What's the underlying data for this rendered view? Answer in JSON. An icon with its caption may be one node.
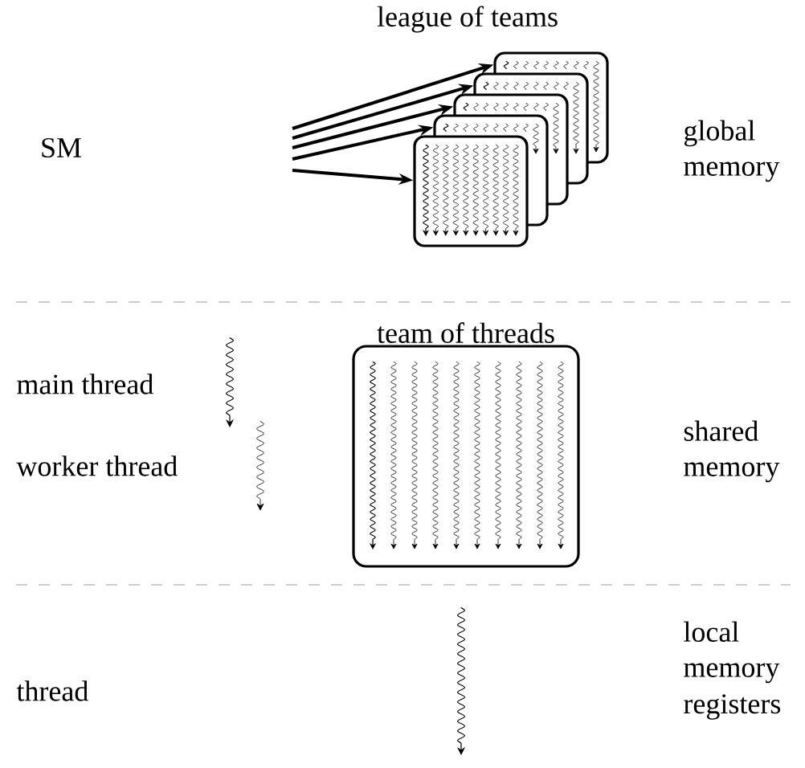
{
  "diagram": {
    "nodes": [
      {
        "text": [
          "SM"
        ]
      },
      {
        "text": [],
        "shape": "box"
      },
      {
        "text": [],
        "shape": "box"
      },
      {
        "text": [],
        "shape": "box"
      },
      {
        "text": [],
        "shape": "box"
      },
      {
        "text": [],
        "shape": "box"
      },
      {
        "text": [
          "team of threads"
        ]
      }
    ],
    "edges": [
      {
        "from": null,
        "to": 1,
        "arrow": "to"
      },
      {
        "from": null,
        "to": 2,
        "arrow": "to"
      },
      {
        "from": null,
        "to": 3,
        "arrow": "to"
      },
      {
        "from": null,
        "to": 4,
        "arrow": "to"
      },
      {
        "from": null,
        "to": 5,
        "arrow": "to"
      }
    ],
    "labels": [
      "league of teams",
      "global memory",
      "main thread",
      "worker thread",
      "shared memory",
      "thread",
      "local memory",
      "registers"
    ]
  }
}
